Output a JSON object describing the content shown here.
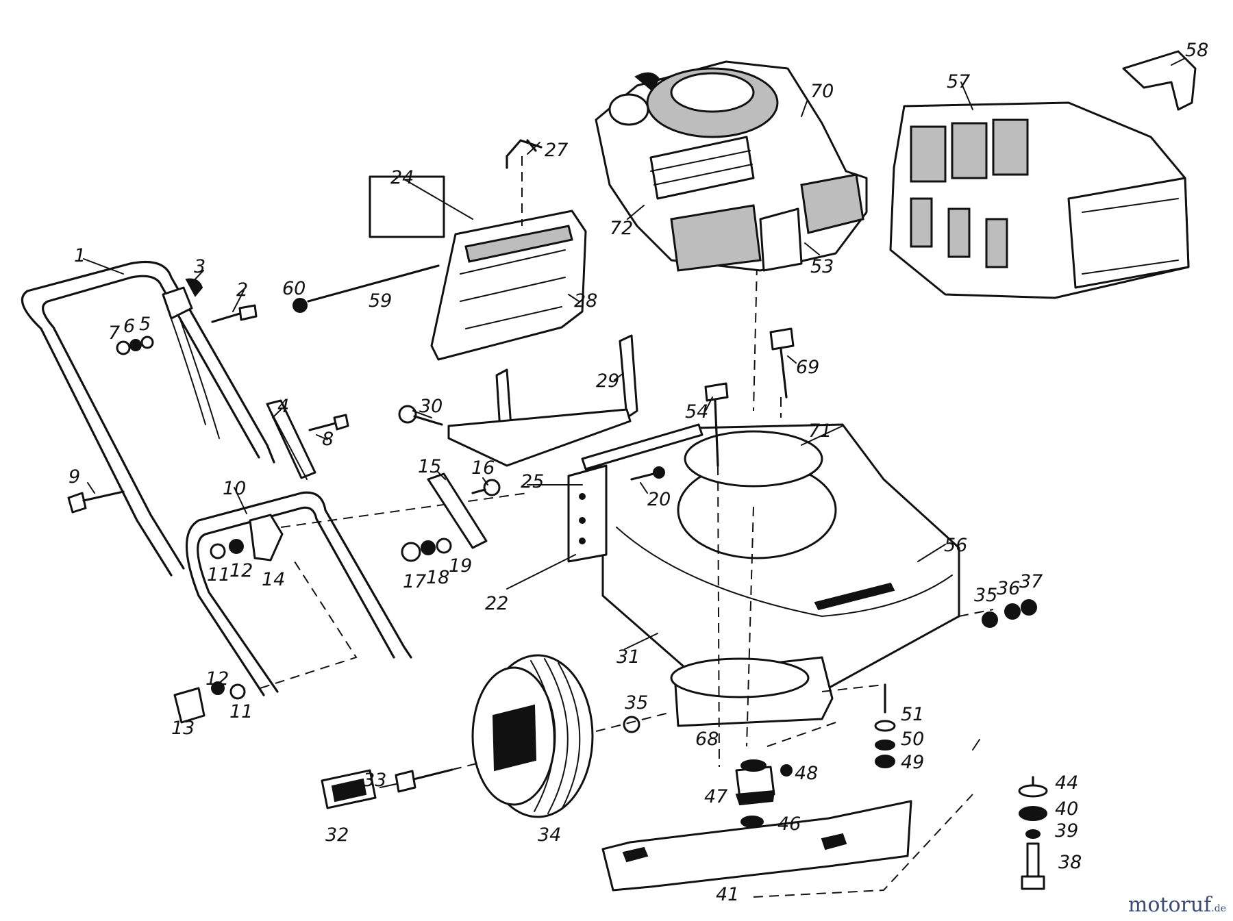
{
  "part_numbers": {
    "p1": "1",
    "p2": "2",
    "p3": "3",
    "p4": "4",
    "p5": "5",
    "p6": "6",
    "p7": "7",
    "p8": "8",
    "p9": "9",
    "p10": "10",
    "p11a": "11",
    "p11b": "11",
    "p12a": "12",
    "p12b": "12",
    "p13": "13",
    "p14": "14",
    "p15": "15",
    "p16": "16",
    "p17": "17",
    "p18": "18",
    "p19": "19",
    "p20": "20",
    "p22": "22",
    "p24": "24",
    "p25": "25",
    "p27": "27",
    "p28": "28",
    "p29": "29",
    "p30": "30",
    "p31": "31",
    "p32": "32",
    "p33": "33",
    "p34": "34",
    "p35a": "35",
    "p35b": "35",
    "p36": "36",
    "p37": "37",
    "p38": "38",
    "p39": "39",
    "p40": "40",
    "p41": "41",
    "p44": "44",
    "p46": "46",
    "p47": "47",
    "p48": "48",
    "p49": "49",
    "p50": "50",
    "p51": "51",
    "p53": "53",
    "p54": "54",
    "p56": "56",
    "p57": "57",
    "p58": "58",
    "p59": "59",
    "p60": "60",
    "p68": "68",
    "p69": "69",
    "p70": "70",
    "p71": "71",
    "p72": "72"
  },
  "watermark": {
    "main": "motoruf",
    "suffix": ".de"
  }
}
